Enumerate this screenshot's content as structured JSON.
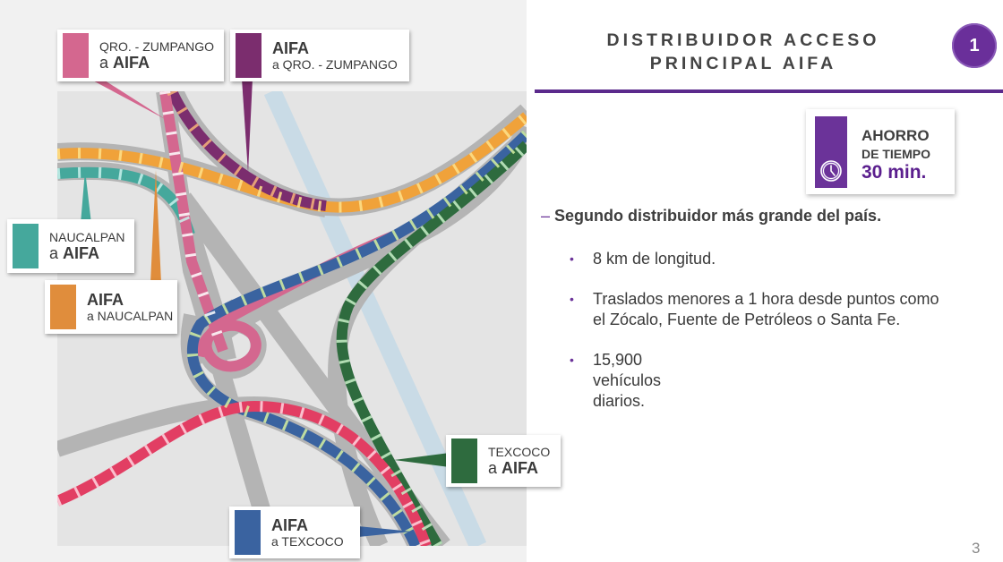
{
  "header": {
    "title_line1": "DISTRIBUIDOR ACCESO",
    "title_line2": "PRINCIPAL AIFA",
    "section_number": "1",
    "accent_color": "#5b2a8c"
  },
  "saving_card": {
    "icon": "clock-icon",
    "line1": "AHORRO",
    "line2": "DE TIEMPO",
    "value": "30 min."
  },
  "content": {
    "lead": "Segundo distribuidor más grande del país.",
    "lead_marker": "–",
    "bullet_marker": "•",
    "bullets": [
      {
        "lines": [
          "8 km de longitud."
        ]
      },
      {
        "lines": [
          "Traslados menores a 1 hora desde puntos como",
          "el Zócalo, Fuente de Petróleos o Santa Fe."
        ]
      },
      {
        "lines": [
          "15,900",
          "vehículos",
          "diarios."
        ]
      }
    ]
  },
  "map": {
    "legend": [
      {
        "id": "qro-to-aifa",
        "color": "#d4678f",
        "small": "QRO. - ZUMPANGO",
        "prefix": "a ",
        "bold": "AIFA"
      },
      {
        "id": "aifa-to-qro",
        "color": "#7b2d6e",
        "bold": "AIFA",
        "small": "a QRO. - ZUMPANGO"
      },
      {
        "id": "naucalpan-to-aifa",
        "color": "#45a89c",
        "small": "NAUCALPAN",
        "prefix": "a ",
        "bold": "AIFA"
      },
      {
        "id": "aifa-to-naucalpan",
        "color": "#e08d3c",
        "bold": "AIFA",
        "small": "a NAUCALPAN"
      },
      {
        "id": "texcoco-to-aifa",
        "color": "#2e6b3e",
        "small": "TEXCOCO",
        "prefix": "a ",
        "bold": "AIFA"
      },
      {
        "id": "aifa-to-texcoco",
        "color": "#3a63a0",
        "bold": "AIFA",
        "small": "a TEXCOCO"
      }
    ],
    "road_colors": {
      "base": "#b4b4b4",
      "river": "#c9dbe6",
      "red_route": "#e23e63"
    }
  },
  "footer": {
    "page_number": "3"
  }
}
